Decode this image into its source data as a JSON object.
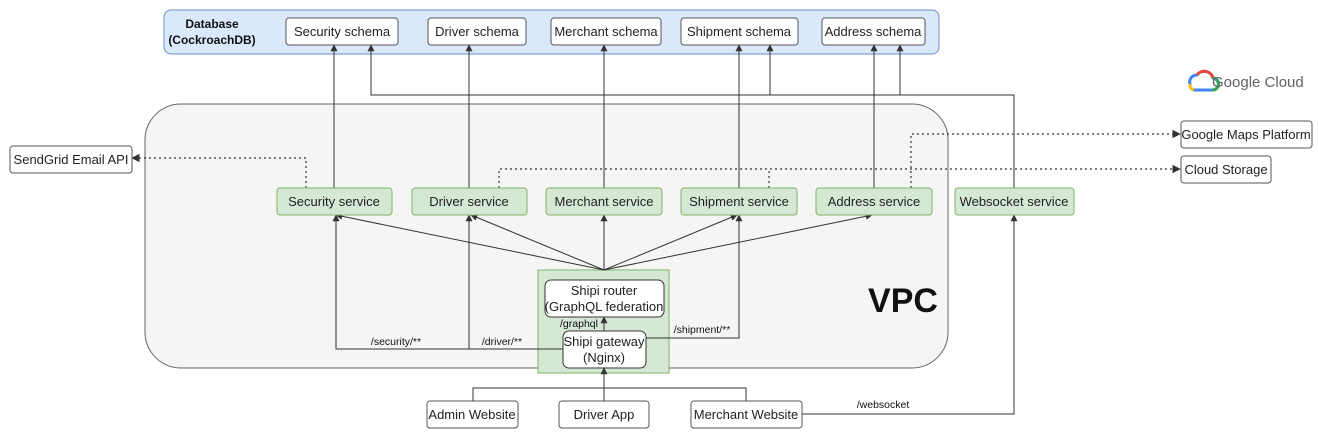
{
  "database": {
    "title_line1": "Database",
    "title_line2": "(CockroachDB)",
    "schemas": [
      "Security schema",
      "Driver schema",
      "Merchant schema",
      "Shipment schema",
      "Address schema"
    ]
  },
  "vpc_label": "VPC",
  "google_cloud_label": "Google Cloud",
  "services": [
    "Security service",
    "Driver service",
    "Merchant service",
    "Shipment service",
    "Address service"
  ],
  "websocket_service": "Websocket service",
  "router": {
    "line1": "Shipi router",
    "line2": "(GraphQL federation"
  },
  "gateway": {
    "line1": "Shipi gateway",
    "line2": "(Nginx)"
  },
  "route_labels": {
    "graphql": "/graphql",
    "security": "/security/**",
    "driver": "/driver/**",
    "shipment": "/shipment/**",
    "websocket": "/websocket"
  },
  "clients": [
    "Admin Website",
    "Driver App",
    "Merchant Website"
  ],
  "external": {
    "sendgrid": "SendGrid Email API",
    "maps": "Google Maps Platform",
    "storage": "Cloud Storage"
  },
  "colors": {
    "db_fill": "#dae8fc",
    "db_stroke": "#6c8ebf",
    "service_fill": "#d5e8d4",
    "service_stroke": "#82b366",
    "vpc_fill": "#f5f5f5",
    "vpc_stroke": "#666666"
  }
}
